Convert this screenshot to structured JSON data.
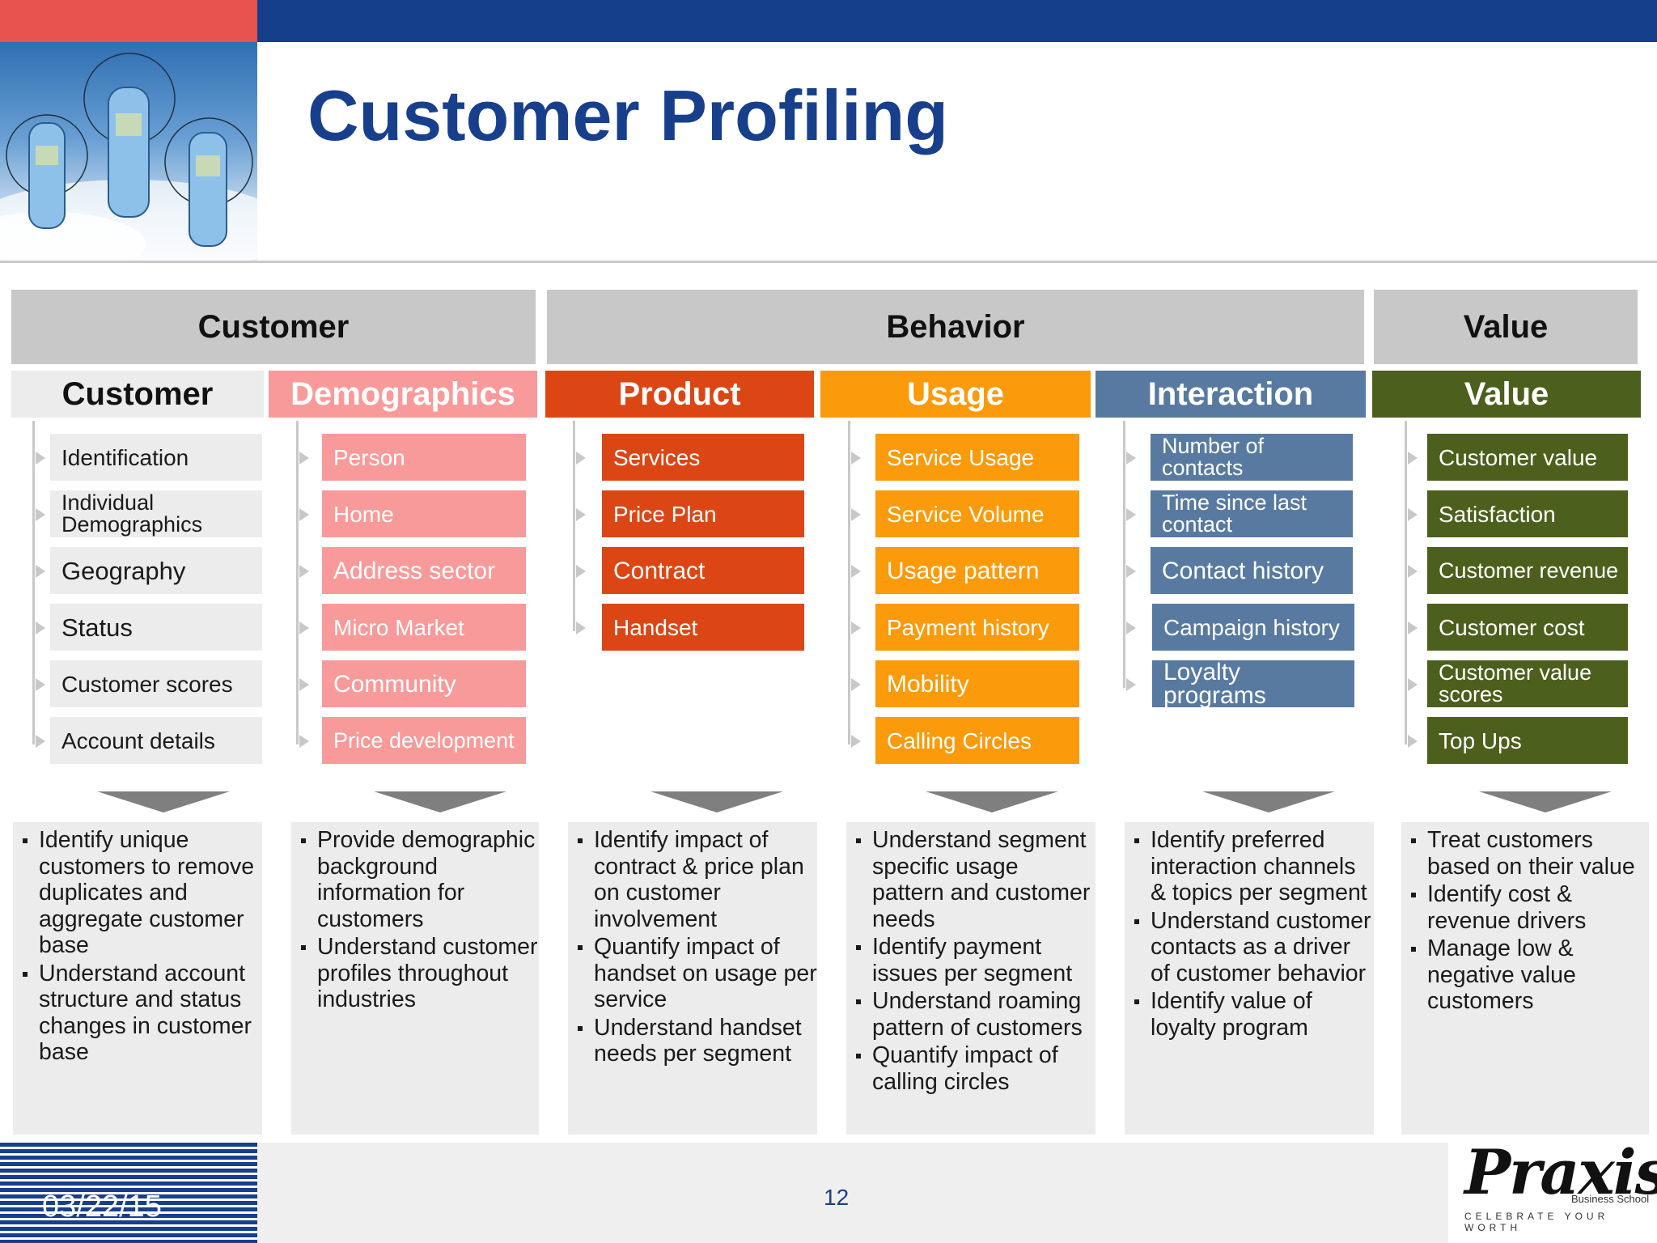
{
  "title": "Customer Profiling",
  "groups": {
    "customer": "Customer",
    "behavior": "Behavior",
    "value": "Value"
  },
  "columns": [
    {
      "header": "Customer",
      "items": [
        "Identification",
        "Individual Demographics",
        "Geography",
        "Status",
        "Customer scores",
        "Account details"
      ],
      "bullets": [
        "Identify unique customers to remove duplicates and aggregate customer base",
        "Understand account structure and status changes in customer base"
      ]
    },
    {
      "header": "Demographics",
      "items": [
        "Person",
        "Home",
        "Address sector",
        "Micro Market",
        "Community",
        "Price development"
      ],
      "bullets": [
        "Provide demographic background information for customers",
        "Understand customer profiles throughout industries"
      ]
    },
    {
      "header": "Product",
      "items": [
        "Services",
        "Price Plan",
        "Contract",
        "Handset"
      ],
      "bullets": [
        "Identify impact of contract & price plan on customer involvement",
        "Quantify impact of handset on usage per service",
        "Understand handset needs per segment"
      ]
    },
    {
      "header": "Usage",
      "items": [
        "Service Usage",
        "Service Volume",
        "Usage pattern",
        "Payment history",
        "Mobility",
        "Calling Circles"
      ],
      "bullets": [
        "Understand segment specific usage pattern and customer needs",
        "Identify payment issues per segment",
        "Understand roaming pattern of customers",
        "Quantify impact of calling circles"
      ]
    },
    {
      "header": "Interaction",
      "items": [
        "Number of contacts",
        "Time since last contact",
        "Contact history",
        "Campaign history",
        "Loyalty programs"
      ],
      "bullets": [
        "Identify preferred interaction channels & topics per segment",
        "Understand customer contacts as a driver of customer behavior",
        "Identify value of loyalty program"
      ]
    },
    {
      "header": "Value",
      "items": [
        "Customer value",
        "Satisfaction",
        "Customer revenue",
        "Customer cost",
        "Customer value scores",
        "Top Ups"
      ],
      "bullets": [
        "Treat customers based on their value",
        "Identify cost & revenue drivers",
        "Manage low & negative value customers"
      ]
    }
  ],
  "colors": {
    "customer": "#ececec",
    "demographics": "#f99a9a",
    "product": "#dc4614",
    "usage": "#fb9a0a",
    "interaction": "#587aa0",
    "value": "#4c5f1c"
  },
  "footer": {
    "date": "03/22/15",
    "page": "12",
    "logo_name": "Praxis",
    "logo_sub": "Business School",
    "logo_tag": "CELEBRATE YOUR WORTH"
  }
}
